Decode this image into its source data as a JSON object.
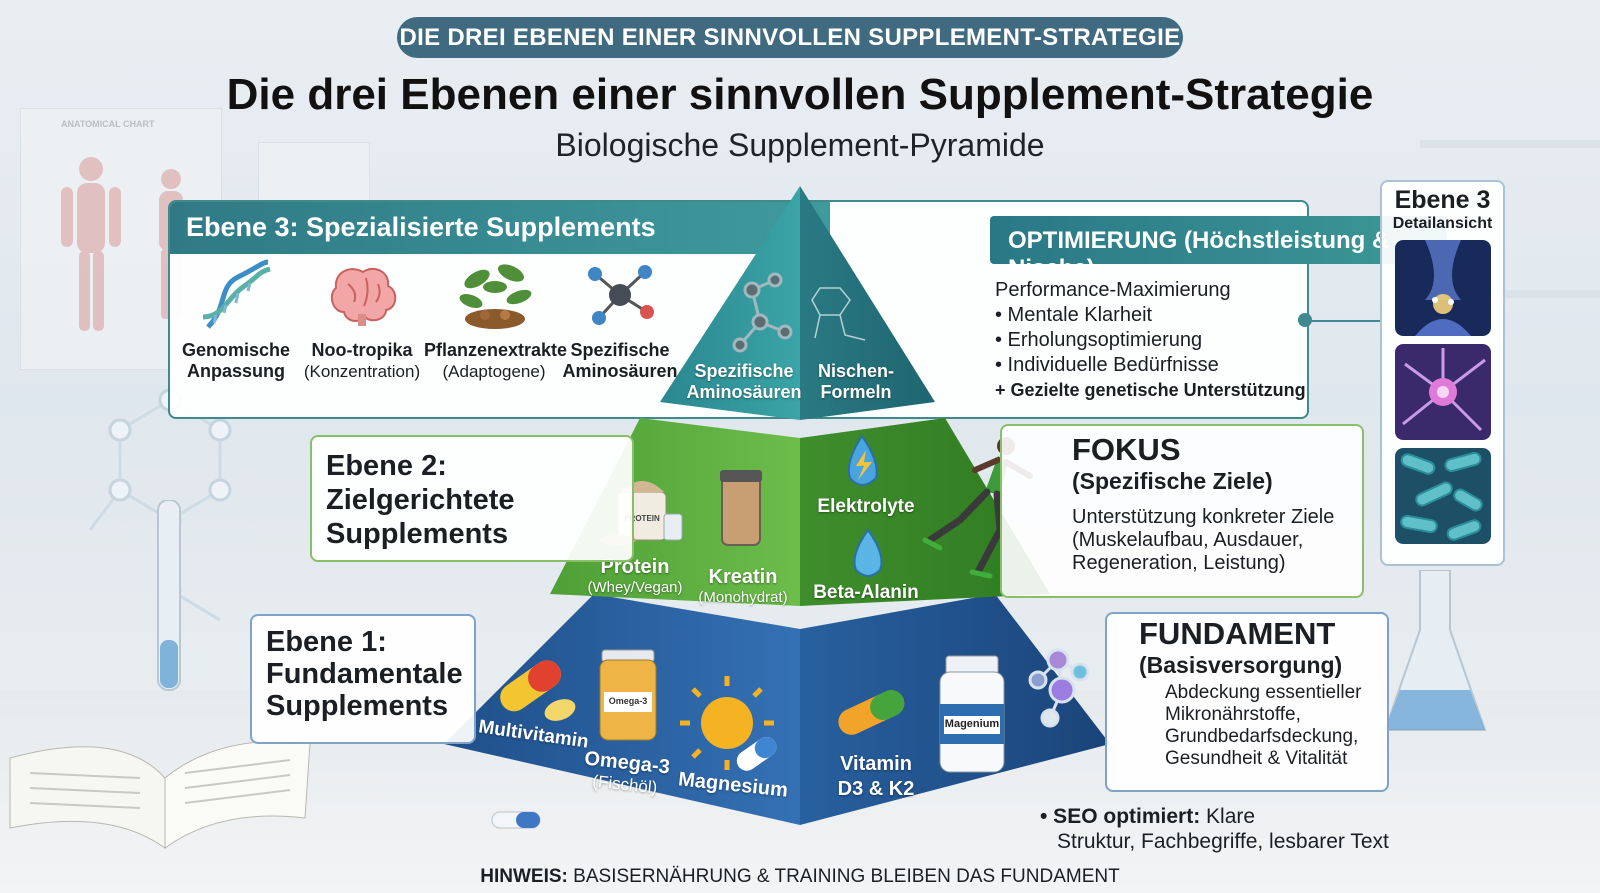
{
  "banner": "DIE DREI EBENEN EINER SINNVOLLEN SUPPLEMENT-STRATEGIE",
  "title": "Die drei Ebenen einer sinnvollen Supplement-Strategie",
  "subtitle": "Biologische Supplement-Pyramide",
  "level3": {
    "header": "Ebene 3: Spezialisierte Supplements",
    "right_header": "OPTIMIERUNG (Höchstleistung & Nische)",
    "icons": [
      {
        "title": "Genomische",
        "title2": "Anpassung",
        "icon": "dna-icon"
      },
      {
        "title": "Noo-tropika",
        "sub": "(Konzentration)",
        "icon": "brain-icon"
      },
      {
        "title": "Pflanzenextrakte",
        "sub": "(Adaptogene)",
        "icon": "herbs-icon"
      },
      {
        "title": "Spezifische",
        "title2": "Aminosäuren",
        "icon": "molecule-icon"
      }
    ],
    "pyramid_labels": [
      {
        "l1": "Spezifische",
        "l2": "Aminosäuren"
      },
      {
        "l1": "Nischen-",
        "l2": "Formeln"
      }
    ],
    "list_title": "Performance-Maximierung",
    "list": [
      "• Mentale Klarheit",
      "• Erholungsoptimierung",
      "• Individuelle Bedürfnisse"
    ],
    "list_bold": "+ Gezielte genetische Unterstützung"
  },
  "level2": {
    "l1": "Ebene 2:",
    "l2": "Zielgerichtete",
    "l3": "Supplements",
    "right_title": "FOKUS",
    "right_sub": "(Spezifische Ziele)",
    "right_body": [
      "Unterstützung konkreter Ziele",
      "(Muskelaufbau, Ausdauer,",
      "Regeneration, Leistung)"
    ],
    "pyramid_labels": [
      {
        "l1": "Protein",
        "sub": "(Whey/Vegan)"
      },
      {
        "l1": "Kreatin",
        "sub": "(Monohydrat)"
      },
      {
        "l1": "Elektrolyte"
      },
      {
        "l1": "Beta-Alanin"
      }
    ],
    "protein_tub": "PROTEIN"
  },
  "level1": {
    "l1": "Ebene 1:",
    "l2": "Fundamentale",
    "l3": "Supplements",
    "right_title": "FUNDAMENT",
    "right_sub": "(Basisversorgung)",
    "right_body": [
      "Abdeckung essentieller",
      "Mikronährstoffe,",
      "Grundbedarfsdeckung,",
      "Gesundheit & Vitalität"
    ],
    "pyramid_labels": [
      {
        "l1": "Multivitamin"
      },
      {
        "l1": "Omega-3",
        "sub": "(Fischöl)"
      },
      {
        "l1": "Magnesium"
      },
      {
        "l1": "Vitamin",
        "l2": "D3 & K2"
      }
    ],
    "omega_jar": "Omega-3",
    "mag_jar": "Magenium"
  },
  "detail": {
    "title": "Ebene 3",
    "sub": "Detailansicht"
  },
  "seo": {
    "bold": "• SEO optimiert:",
    "text1": " Klare",
    "text2": "Struktur, Fachbegriffe, lesbarer Text"
  },
  "note": {
    "bold": "HINWEIS:",
    "text": " BASISERNÄHRUNG & TRAINING BLEIBEN DAS FUNDAMENT"
  },
  "background_poster": "ANATOMICAL CHART",
  "colors": {
    "teal": "#2f8a90",
    "green": "#4f9a38",
    "blue": "#23588f",
    "banner": "#3f6a80"
  }
}
